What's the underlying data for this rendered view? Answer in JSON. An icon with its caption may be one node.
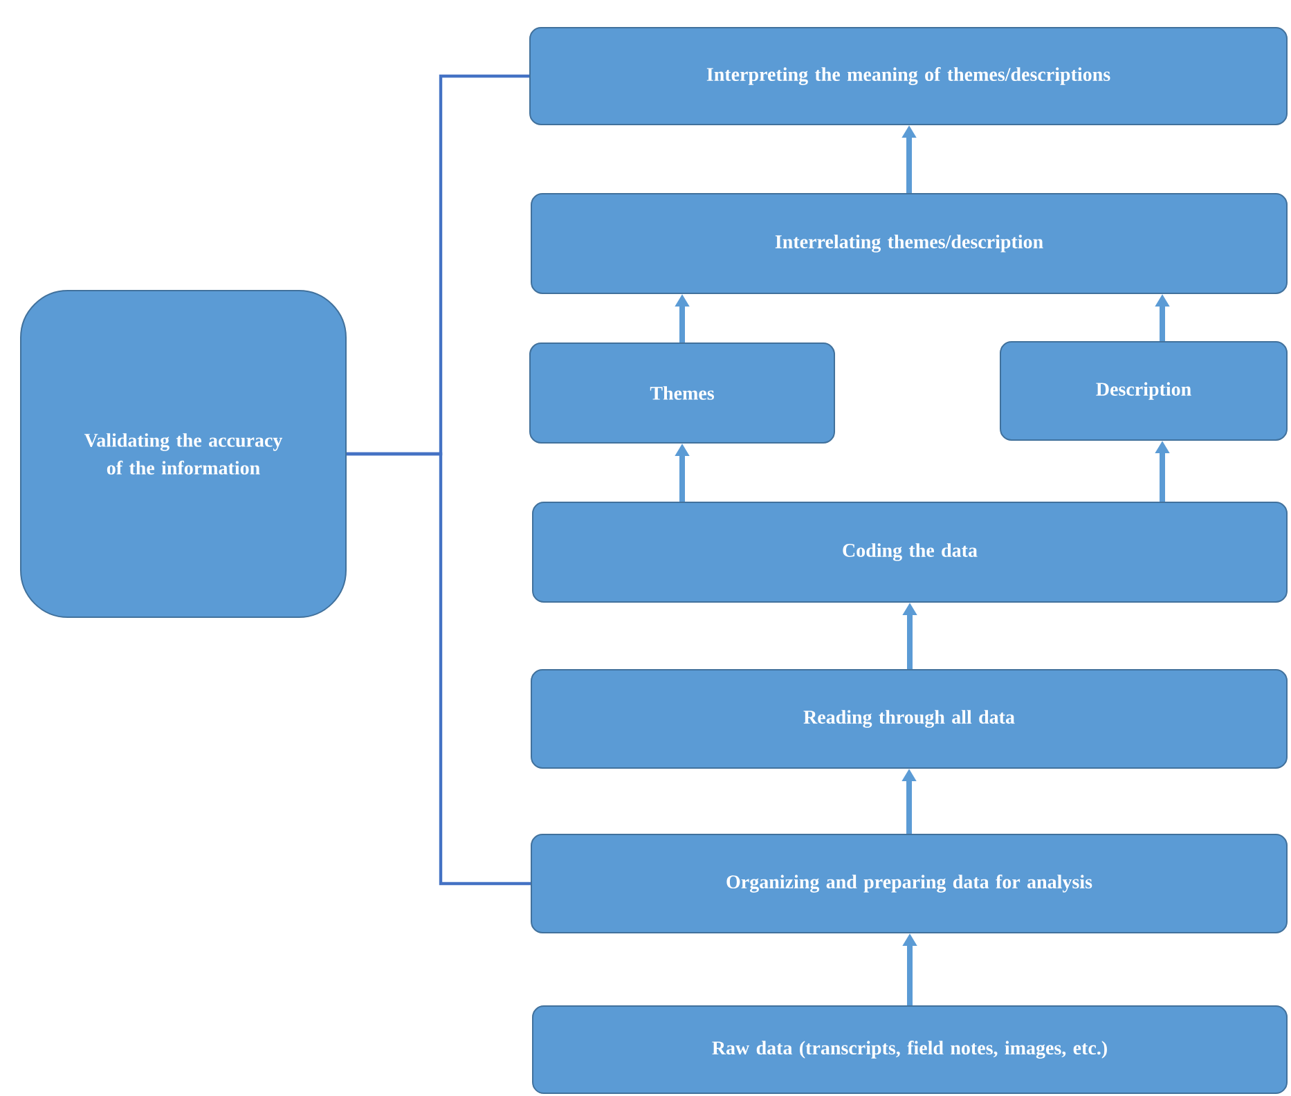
{
  "diagram": {
    "nodes": [
      {
        "text": [
          "Validating the accuracy of the information"
        ]
      },
      {
        "text": [
          "Interpreting the meaning of themes/descriptions"
        ]
      },
      {
        "text": [
          "Interrelating themes/description"
        ]
      },
      {
        "text": [
          "Themes"
        ]
      },
      {
        "text": [
          "Description"
        ]
      },
      {
        "text": [
          "Coding the data"
        ]
      },
      {
        "text": [
          "Reading through all data"
        ]
      },
      {
        "text": [
          "Organizing and preparing data for analysis"
        ]
      },
      {
        "text": [
          "Raw data (transcripts, field notes, images, etc.)"
        ]
      }
    ],
    "edges": [
      {
        "from": 8,
        "to": 7,
        "arrow": "to"
      },
      {
        "from": 7,
        "to": 6,
        "arrow": "to"
      },
      {
        "from": 6,
        "to": 5,
        "arrow": "to"
      },
      {
        "from": 5,
        "to": 3,
        "arrow": "to"
      },
      {
        "from": 5,
        "to": 4,
        "arrow": "to"
      },
      {
        "from": 3,
        "to": 2,
        "arrow": "to"
      },
      {
        "from": 4,
        "to": 2,
        "arrow": "to"
      },
      {
        "from": 2,
        "to": 1,
        "arrow": "to"
      },
      {
        "from": 0,
        "to": 1,
        "arrow": "none",
        "color": "#4472c4"
      },
      {
        "from": 0,
        "to": 7,
        "arrow": "none",
        "color": "#4472c4"
      }
    ]
  }
}
